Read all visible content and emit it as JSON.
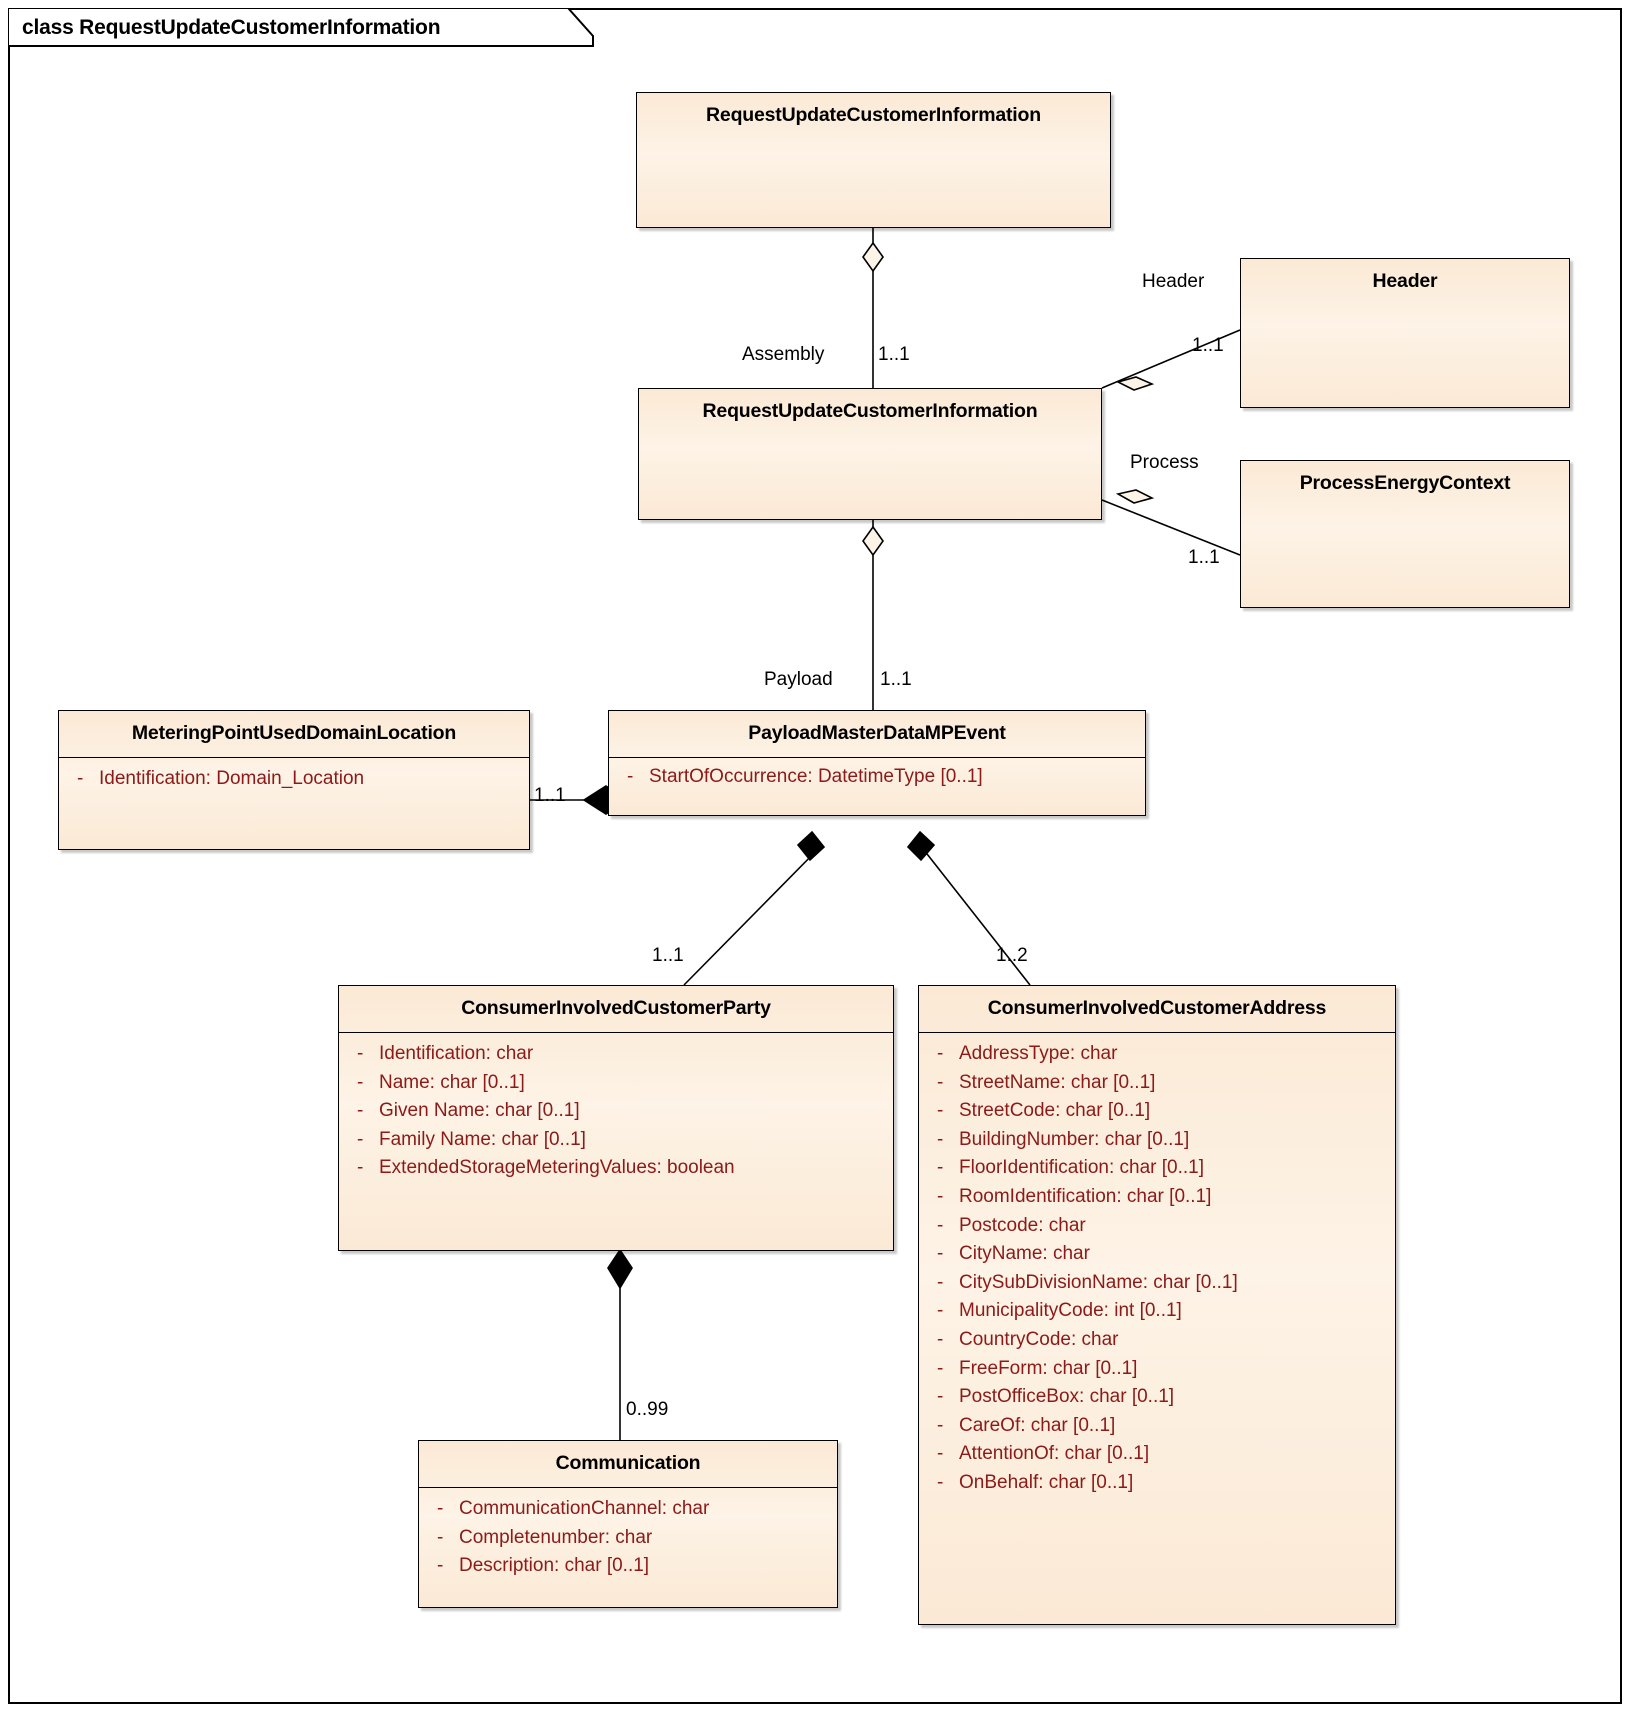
{
  "frame": {
    "keyword": "class",
    "name": "RequestUpdateCustomerInformation",
    "title": "class RequestUpdateCustomerInformation"
  },
  "colors": {
    "class_fill_light": "#fdf3e6",
    "class_fill_dark": "#fbe9d5",
    "class_border": "#000000",
    "attribute_text": "#8b1a18",
    "title_text": "#000000",
    "background": "#ffffff"
  },
  "classes": [
    {
      "id": "request-root",
      "name": "RequestUpdateCustomerInformation",
      "attributes": []
    },
    {
      "id": "request-assembly",
      "name": "RequestUpdateCustomerInformation",
      "attributes": []
    },
    {
      "id": "header",
      "name": "Header",
      "attributes": []
    },
    {
      "id": "process-energy-context",
      "name": "ProcessEnergyContext",
      "attributes": []
    },
    {
      "id": "metering-point-used-domain-location",
      "name": "MeteringPointUsedDomainLocation",
      "attributes": [
        {
          "visibility": "-",
          "text": "Identification: Domain_Location"
        }
      ]
    },
    {
      "id": "payload-master-data-mp-event",
      "name": "PayloadMasterDataMPEvent",
      "attributes": [
        {
          "visibility": "-",
          "text": "StartOfOccurrence: DatetimeType [0..1]"
        }
      ]
    },
    {
      "id": "consumer-involved-customer-party",
      "name": "ConsumerInvolvedCustomerParty",
      "attributes": [
        {
          "visibility": "-",
          "text": "Identification: char"
        },
        {
          "visibility": "-",
          "text": "Name: char [0..1]"
        },
        {
          "visibility": "-",
          "text": "Given Name: char [0..1]"
        },
        {
          "visibility": "-",
          "text": "Family Name: char [0..1]"
        },
        {
          "visibility": "-",
          "text": "ExtendedStorageMeteringValues: boolean"
        }
      ]
    },
    {
      "id": "consumer-involved-customer-address",
      "name": "ConsumerInvolvedCustomerAddress",
      "attributes": [
        {
          "visibility": "-",
          "text": "AddressType: char"
        },
        {
          "visibility": "-",
          "text": "StreetName: char [0..1]"
        },
        {
          "visibility": "-",
          "text": "StreetCode: char [0..1]"
        },
        {
          "visibility": "-",
          "text": "BuildingNumber: char [0..1]"
        },
        {
          "visibility": "-",
          "text": "FloorIdentification: char [0..1]"
        },
        {
          "visibility": "-",
          "text": "RoomIdentification: char [0..1]"
        },
        {
          "visibility": "-",
          "text": "Postcode: char"
        },
        {
          "visibility": "-",
          "text": "CityName: char"
        },
        {
          "visibility": "-",
          "text": "CitySubDivisionName: char [0..1]"
        },
        {
          "visibility": "-",
          "text": "MunicipalityCode: int [0..1]"
        },
        {
          "visibility": "-",
          "text": "CountryCode: char"
        },
        {
          "visibility": "-",
          "text": "FreeForm: char [0..1]"
        },
        {
          "visibility": "-",
          "text": "PostOfficeBox: char [0..1]"
        },
        {
          "visibility": "-",
          "text": "CareOf: char [0..1]"
        },
        {
          "visibility": "-",
          "text": "AttentionOf: char [0..1]"
        },
        {
          "visibility": "-",
          "text": "OnBehalf: char [0..1]"
        }
      ]
    },
    {
      "id": "communication",
      "name": "Communication",
      "attributes": [
        {
          "visibility": "-",
          "text": "CommunicationChannel: char"
        },
        {
          "visibility": "-",
          "text": "Completenumber: char"
        },
        {
          "visibility": "-",
          "text": "Description: char [0..1]"
        }
      ]
    }
  ],
  "associations": [
    {
      "id": "assembly",
      "role_label": "Assembly",
      "multiplicity": "1..1",
      "source": "request-root",
      "target": "request-assembly",
      "end_marker": "open-diamond"
    },
    {
      "id": "header-assoc",
      "role_label": "Header",
      "multiplicity": "1..1",
      "source": "request-assembly",
      "target": "header",
      "end_marker": "open-diamond"
    },
    {
      "id": "process-assoc",
      "role_label": "Process",
      "multiplicity": "1..1",
      "source": "request-assembly",
      "target": "process-energy-context",
      "end_marker": "open-diamond"
    },
    {
      "id": "payload-assoc",
      "role_label": "Payload",
      "multiplicity": "1..1",
      "source": "request-assembly",
      "target": "payload-master-data-mp-event",
      "end_marker": "open-diamond"
    },
    {
      "id": "metering-assoc",
      "role_label": "",
      "multiplicity": "1..1",
      "source": "payload-master-data-mp-event",
      "target": "metering-point-used-domain-location",
      "end_marker": "filled-diamond"
    },
    {
      "id": "party-assoc",
      "role_label": "",
      "multiplicity": "1..1",
      "source": "payload-master-data-mp-event",
      "target": "consumer-involved-customer-party",
      "end_marker": "filled-diamond"
    },
    {
      "id": "address-assoc",
      "role_label": "",
      "multiplicity": "1..2",
      "source": "payload-master-data-mp-event",
      "target": "consumer-involved-customer-address",
      "end_marker": "filled-diamond"
    },
    {
      "id": "communication-assoc",
      "role_label": "",
      "multiplicity": "0..99",
      "source": "consumer-involved-customer-party",
      "target": "communication",
      "end_marker": "filled-diamond"
    }
  ],
  "edge_labels": {
    "assembly_role": "Assembly",
    "assembly_mult": "1..1",
    "header_role": "Header",
    "header_mult": "1..1",
    "process_role": "Process",
    "process_mult": "1..1",
    "payload_role": "Payload",
    "payload_mult": "1..1",
    "metering_mult": "1..1",
    "party_mult": "1..1",
    "address_mult": "1..2",
    "communication_mult": "0..99"
  }
}
